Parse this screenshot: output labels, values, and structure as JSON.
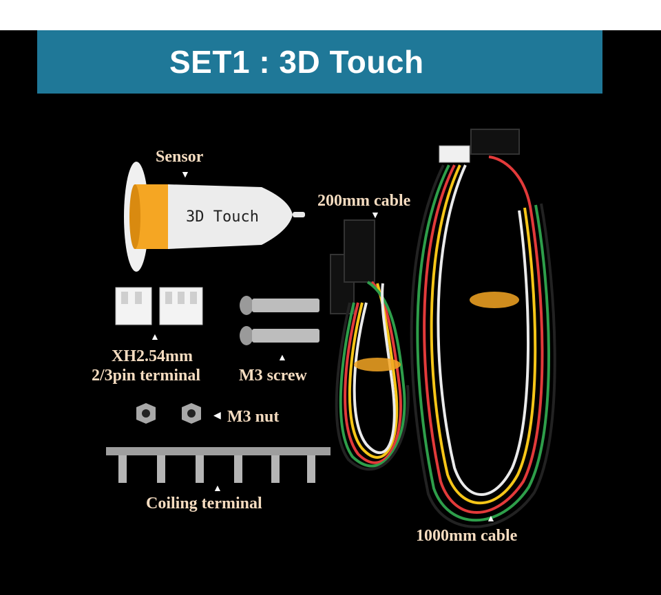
{
  "banner": {
    "title": "SET1 : 3D Touch",
    "bg": "#1f7898"
  },
  "product": {
    "body_text": "3D Touch"
  },
  "labels": {
    "sensor": "Sensor",
    "cable_200": "200mm cable",
    "xh_line1": "XH2.54mm",
    "xh_line2": "2/3pin terminal",
    "m3_screw": "M3 screw",
    "m3_nut": "M3 nut",
    "coiling": "Coiling terminal",
    "cable_1000": "1000mm cable"
  },
  "colors": {
    "label": "#f5dcc0",
    "sensor_ring": "#f5a623"
  }
}
